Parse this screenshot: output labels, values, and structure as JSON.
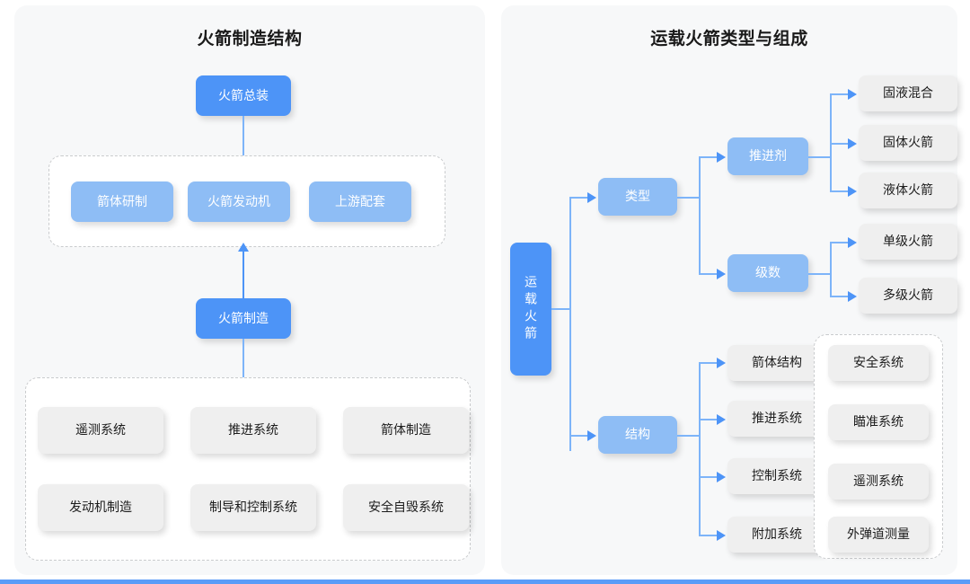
{
  "theme": {
    "accent_dark": "#4d94f7",
    "accent_mid": "#8ebdf5",
    "node_grey": "#efefef",
    "panel_bg": "#f7f8f9",
    "connector": "#7db4f9",
    "title_color": "#1a1a1a"
  },
  "left_panel": {
    "title": "火箭制造结构",
    "top_node": "火箭总装",
    "mid_group": {
      "items": [
        "箭体研制",
        "火箭发动机",
        "上游配套"
      ]
    },
    "center_node": "火箭制造",
    "bottom_group": {
      "items": [
        "遥测系统",
        "推进系统",
        "箭体制造",
        "发动机制造",
        "制导和控制系统",
        "安全自毁系统"
      ]
    }
  },
  "right_panel": {
    "title": "运载火箭类型与组成",
    "root_node": "运载火箭",
    "branch_type": {
      "label": "类型",
      "children": [
        {
          "label": "推进剂",
          "leaves": [
            "固液混合",
            "固体火箭",
            "液体火箭"
          ]
        },
        {
          "label": "级数",
          "leaves": [
            "单级火箭",
            "多级火箭"
          ]
        }
      ]
    },
    "branch_structure": {
      "label": "结构",
      "leaves": [
        "箭体结构",
        "推进系统",
        "控制系统",
        "附加系统"
      ],
      "sub_group": {
        "items": [
          "安全系统",
          "瞄准系统",
          "遥测系统",
          "外弹道测量"
        ]
      }
    }
  }
}
